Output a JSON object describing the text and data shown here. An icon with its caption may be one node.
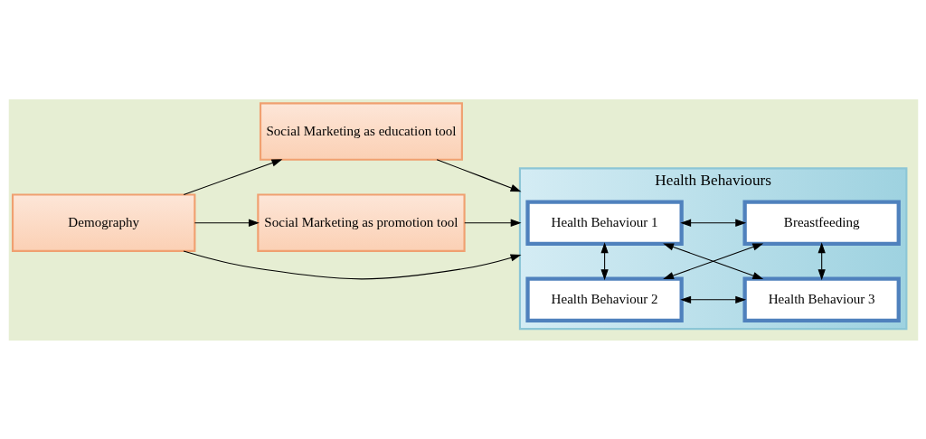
{
  "diagram": {
    "nodes": [
      {
        "text": [
          "Demography"
        ]
      },
      {
        "text": [
          "Social Marketing as education tool"
        ]
      },
      {
        "text": [
          "Social Marketing as promotion tool"
        ]
      },
      {
        "text": [
          "Health Behaviours"
        ]
      },
      {
        "text": [
          "Health Behaviour 1"
        ],
        "in": 3
      },
      {
        "text": [
          "Breastfeeding"
        ],
        "in": 3
      },
      {
        "text": [
          "Health Behaviour 2"
        ],
        "in": 3
      },
      {
        "text": [
          "Health Behaviour 3"
        ],
        "in": 3
      }
    ],
    "edges": [
      {
        "from": 0,
        "to": 1,
        "arrow": "to"
      },
      {
        "from": 0,
        "to": 2,
        "arrow": "to"
      },
      {
        "from": 0,
        "to": 3,
        "arrow": "to"
      },
      {
        "from": 1,
        "to": 3,
        "arrow": "to"
      },
      {
        "from": 2,
        "to": 3,
        "arrow": "to"
      },
      {
        "from": 4,
        "to": 5,
        "arrow": "both"
      },
      {
        "from": 4,
        "to": 6,
        "arrow": "both"
      },
      {
        "from": 4,
        "to": 7,
        "arrow": "both"
      },
      {
        "from": 5,
        "to": 6,
        "arrow": "both"
      },
      {
        "from": 5,
        "to": 7,
        "arrow": "both"
      },
      {
        "from": 6,
        "to": 7,
        "arrow": "both"
      }
    ]
  }
}
